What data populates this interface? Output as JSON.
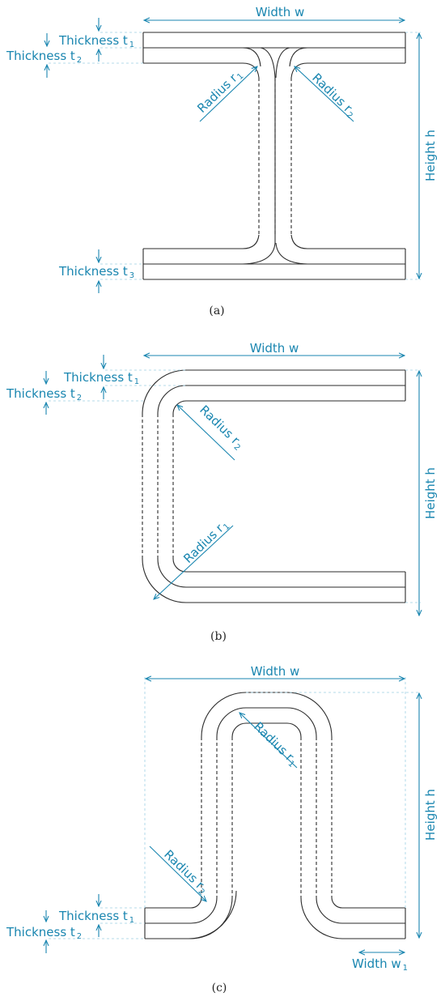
{
  "colors": {
    "dimension": "#1a86b0",
    "outline": "#2b2b2b"
  },
  "panel_a": {
    "width_label": "Width w",
    "height_label": "Height h",
    "t1_label": "Thickness t",
    "t1_sub": "1",
    "t2_label": "Thickness t",
    "t2_sub": "2",
    "t3_label": "Thickness t",
    "t3_sub": "3",
    "r1_label": "Radius r",
    "r1_sub": "1",
    "r2_label": "Radius r",
    "r2_sub": "2",
    "caption": "(a)"
  },
  "panel_b": {
    "width_label": "Width w",
    "height_label": "Height h",
    "t1_label": "Thickness t",
    "t1_sub": "1",
    "t2_label": "Thickness t",
    "t2_sub": "2",
    "r1_label": "Radius r",
    "r1_sub": "1",
    "r2_label": "Radius r",
    "r2_sub": "2",
    "caption": "(b)"
  },
  "panel_c": {
    "width_label": "Width w",
    "height_label": "Height h",
    "w1_label": "Width w",
    "w1_sub": "1",
    "t1_label": "Thickness t",
    "t1_sub": "1",
    "t2_label": "Thickness t",
    "t2_sub": "2",
    "r1_label": "Radius r",
    "r1_sub": "1",
    "r2_label": "Radius r",
    "r2_sub": "2",
    "caption": "(c)"
  }
}
